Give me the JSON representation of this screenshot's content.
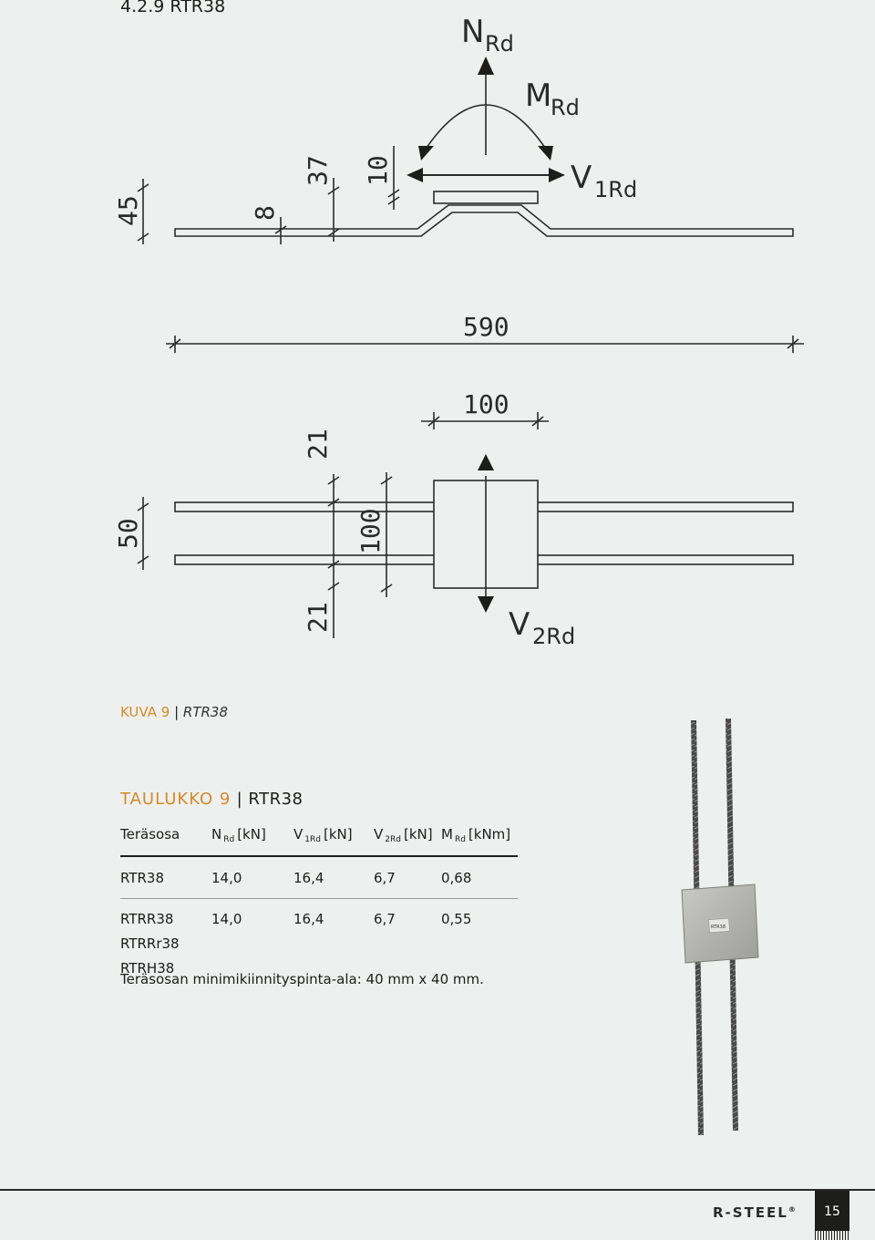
{
  "section_heading": "4.2.9 RTR38",
  "drawing": {
    "labels": {
      "n_rd": {
        "main": "N",
        "sub": "Rd"
      },
      "m_rd": {
        "main": "M",
        "sub": "Rd"
      },
      "v1_rd": {
        "main": "V",
        "sub": "1Rd"
      },
      "v2_rd": {
        "main": "V",
        "sub": "2Rd"
      }
    },
    "side_view_dims": {
      "total_height": "45",
      "bar_thickness": "8",
      "bend_offset": "37",
      "plate_thickness": "10"
    },
    "top_view_dims": {
      "overall_length": "590",
      "plate_width": "100",
      "bar_spacing": "50",
      "edge_top": "21",
      "plate_height": "100",
      "edge_bottom": "21"
    }
  },
  "figure_caption": {
    "prefix": "KUVA 9",
    "separator": "|",
    "name": "RTR38"
  },
  "table_title": {
    "prefix": "TAULUKKO 9",
    "separator": "|",
    "name": "RTR38"
  },
  "table": {
    "headers": [
      {
        "main": "Teräsosa",
        "sub": "",
        "unit": ""
      },
      {
        "main": "N",
        "sub": "Rd",
        "unit": "[kN]"
      },
      {
        "main": "V",
        "sub": "1Rd",
        "unit": "[kN]"
      },
      {
        "main": "V",
        "sub": "2Rd",
        "unit": "[kN]"
      },
      {
        "main": "M",
        "sub": "Rd",
        "unit": "[kNm]"
      }
    ],
    "rows": [
      [
        "RTR38",
        "14,0",
        "16,4",
        "6,7",
        "0,68"
      ],
      [
        "RTRR38",
        "14,0",
        "16,4",
        "6,7",
        "0,55"
      ],
      [
        "RTRRr38",
        "",
        "",
        "",
        ""
      ],
      [
        "RTRH38",
        "",
        "",
        "",
        ""
      ]
    ]
  },
  "note": "Teräsosan minimikiinnityspinta-ala: 40 mm x 40 mm.",
  "photo": {
    "plate_label": "RTR38"
  },
  "footer": {
    "logo": "R-STEEL",
    "registered": "®",
    "page_number": "15"
  },
  "colors": {
    "accent": "#d38a2b",
    "text": "#1d1d1b",
    "background": "#eef0ef"
  }
}
